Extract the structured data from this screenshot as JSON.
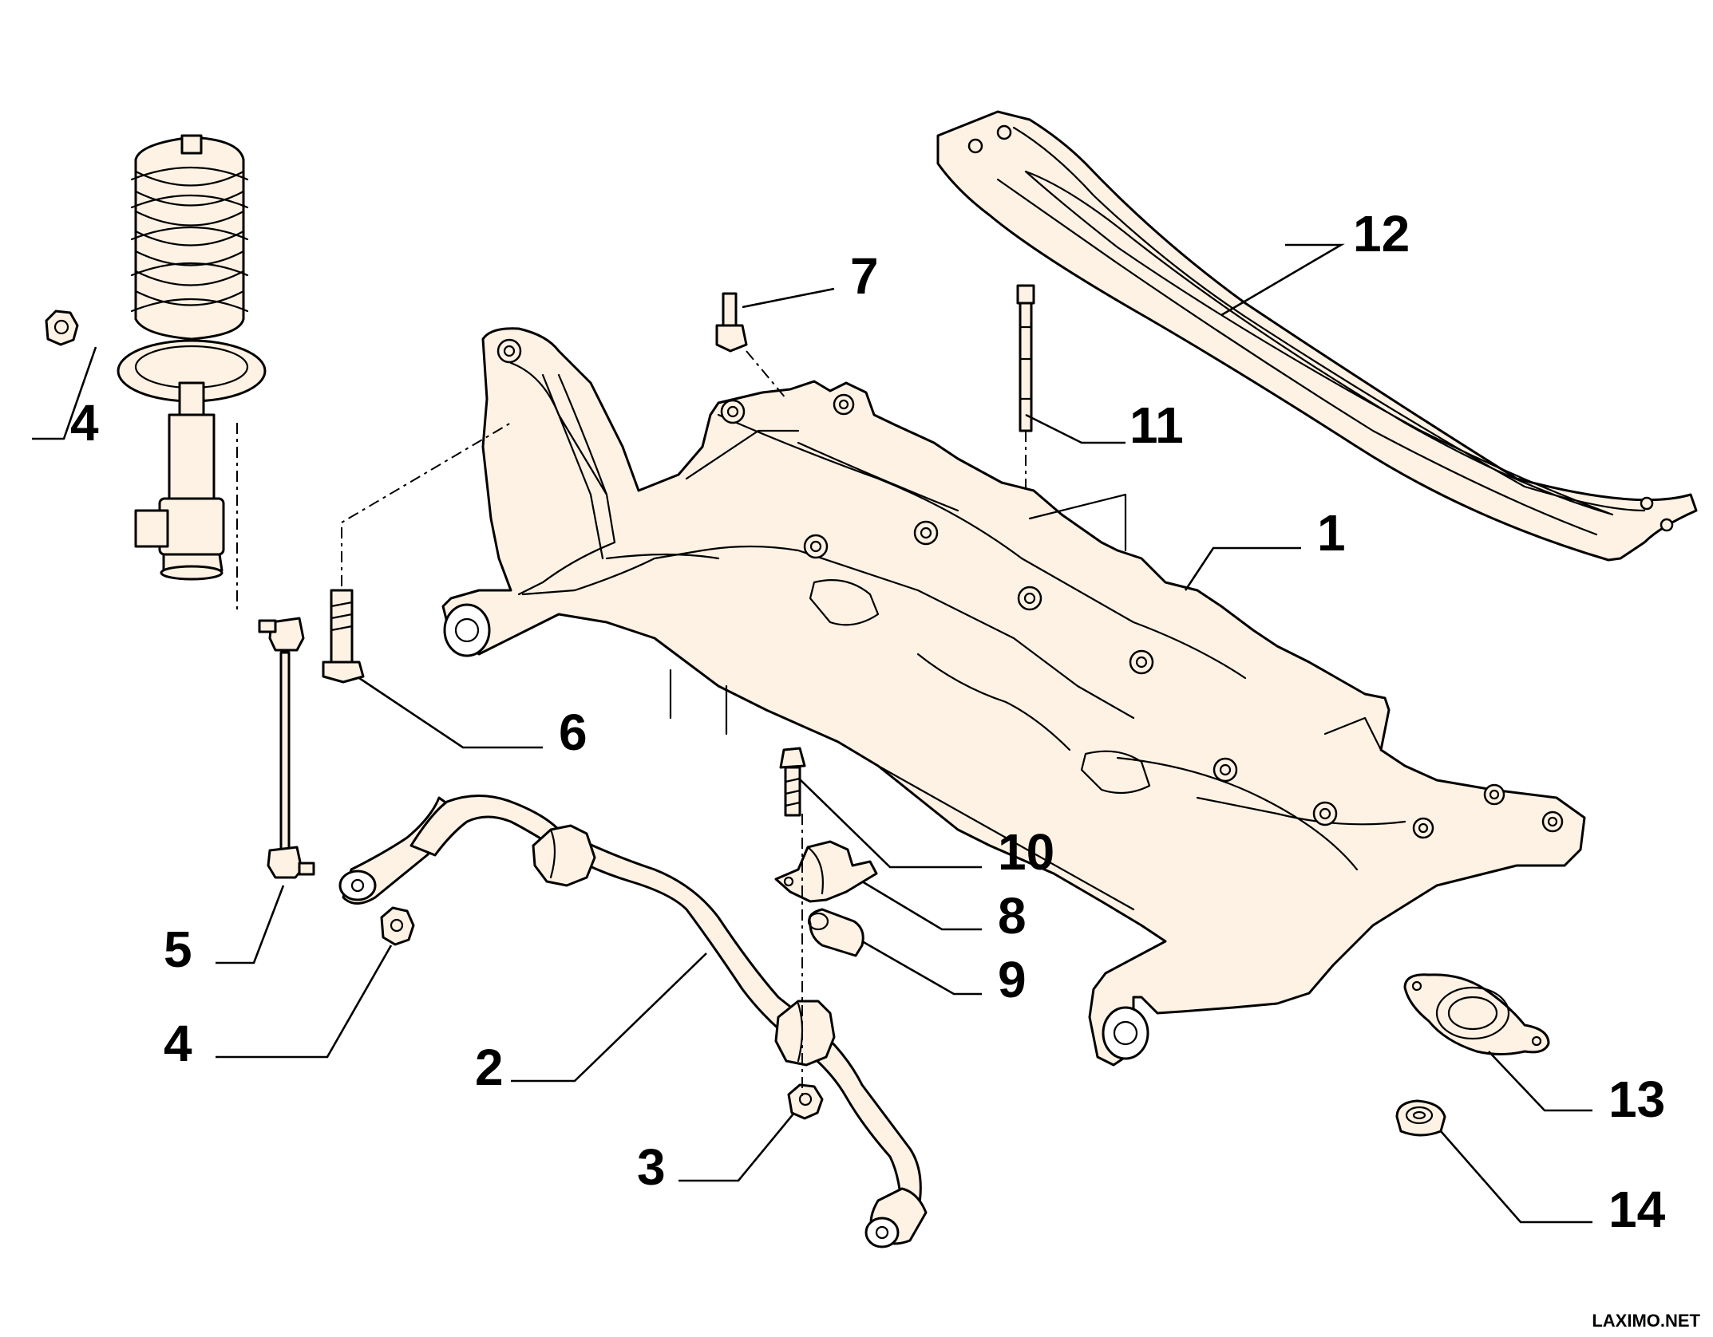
{
  "callouts": {
    "c1": "1",
    "c2": "2",
    "c3": "3",
    "c4_top": "4",
    "c4_bottom": "4",
    "c5": "5",
    "c6": "6",
    "c7": "7",
    "c8": "8",
    "c9": "9",
    "c10": "10",
    "c11": "11",
    "c12": "12",
    "c13": "13",
    "c14": "14"
  },
  "watermark": "LAXIMO.NET",
  "colors": {
    "part_fill": "#fdf2e4",
    "line": "#000000",
    "background": "#ffffff"
  }
}
